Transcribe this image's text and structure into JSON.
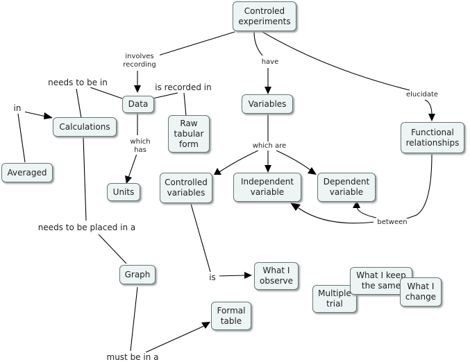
{
  "nodes": {
    "controled_experiments": "Controled\nexperiments",
    "data": "Data",
    "variables": "Variables",
    "functional_relationships": "Functional\nrelationships",
    "calculations": "Calculations",
    "raw_tabular_form": "Raw\ntabular\nform",
    "averaged": "Averaged",
    "units": "Units",
    "controlled_variables": "Controlled\nvariables",
    "independent_variable": "Independent\nvariable",
    "dependent_variable": "Dependent\nvariable",
    "graph": "Graph",
    "what_i_observe": "What I\nobserve",
    "formal_table": "Formal\ntable",
    "multiple_trial": "Multiple\ntrial",
    "what_i_keep_the_same": "What I keep\nthe same",
    "what_i_change": "What I\nchange"
  },
  "links": {
    "involves_recording": "involves\nrecording",
    "have": "have",
    "elucidate": "elucidate",
    "needs_to_be_in": "needs to be in",
    "is_recorded_in": "is recorded in",
    "in": "in",
    "which_has": "which\nhas",
    "which_are": "which are",
    "between": "between",
    "needs_to_be_placed_in_a": "needs to be placed in a",
    "is": "is",
    "must_be_in_a": "must be in a"
  }
}
